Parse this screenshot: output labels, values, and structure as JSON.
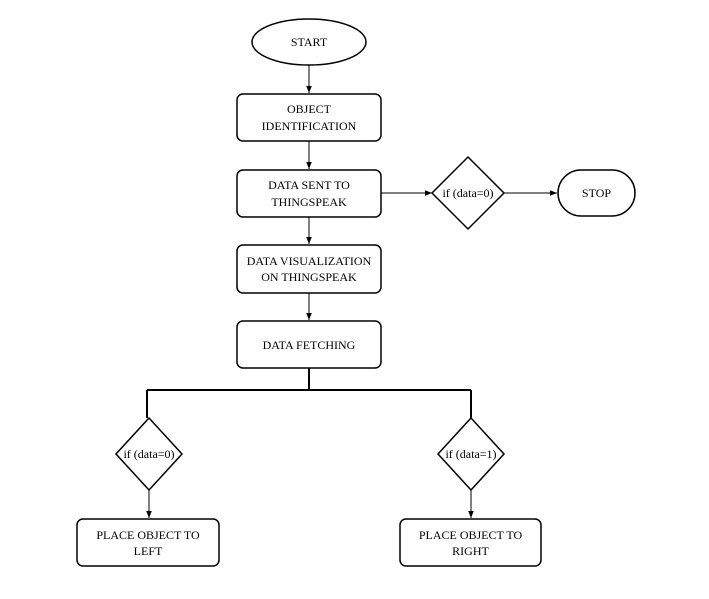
{
  "diagram": {
    "colors": {
      "stroke": "#000000",
      "fill": "#ffffff",
      "text": "#000000"
    },
    "nodes": {
      "start": {
        "lines": [
          "START"
        ]
      },
      "object_identification": {
        "lines": [
          "OBJECT",
          "IDENTIFICATION"
        ]
      },
      "data_sent": {
        "lines": [
          "DATA SENT TO",
          "THINGSPEAK"
        ]
      },
      "data_visualization": {
        "lines": [
          "DATA VISUALIZATION",
          "ON THINGSPEAK"
        ]
      },
      "data_fetching": {
        "lines": [
          "DATA FETCHING"
        ]
      },
      "decision_stop": {
        "lines": [
          "if (data=0)"
        ]
      },
      "stop": {
        "lines": [
          "STOP"
        ]
      },
      "decision_left": {
        "lines": [
          "if (data=0)"
        ]
      },
      "decision_right": {
        "lines": [
          "if (data=1)"
        ]
      },
      "place_left": {
        "lines": [
          "PLACE OBJECT TO",
          "LEFT"
        ]
      },
      "place_right": {
        "lines": [
          "PLACE OBJECT TO",
          "RIGHT"
        ]
      }
    }
  }
}
